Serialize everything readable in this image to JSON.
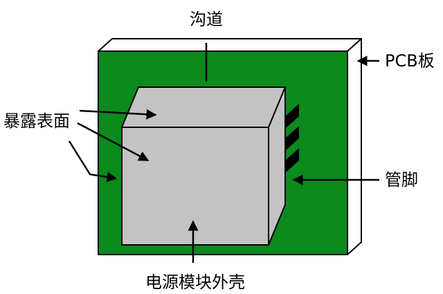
{
  "labels": {
    "channel": "沟道",
    "pcb_board": "PCB板",
    "exposed_surface": "暴露表面",
    "pins": "管脚",
    "module_shell": "电源模块外壳"
  },
  "colors": {
    "pcb_green": "#0b8a1d",
    "shell_gray": "#c3c3c3",
    "pin_black": "#000000",
    "outline": "#000000",
    "background": "#ffffff"
  }
}
